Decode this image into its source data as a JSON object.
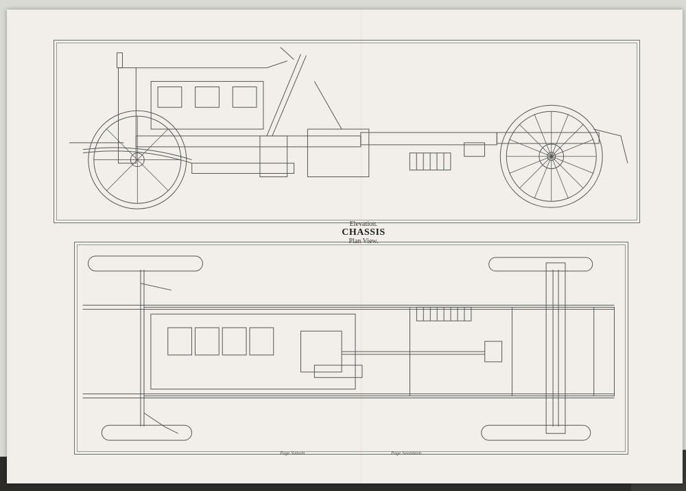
{
  "captions": {
    "elevation": "Elevation.",
    "title": "CHASSIS",
    "plan": "Plan View."
  },
  "pages": {
    "left": "Page Sixteen",
    "right": "Page Seventeen"
  },
  "colors": {
    "paper": "#f1efe9",
    "ink": "#555555"
  }
}
